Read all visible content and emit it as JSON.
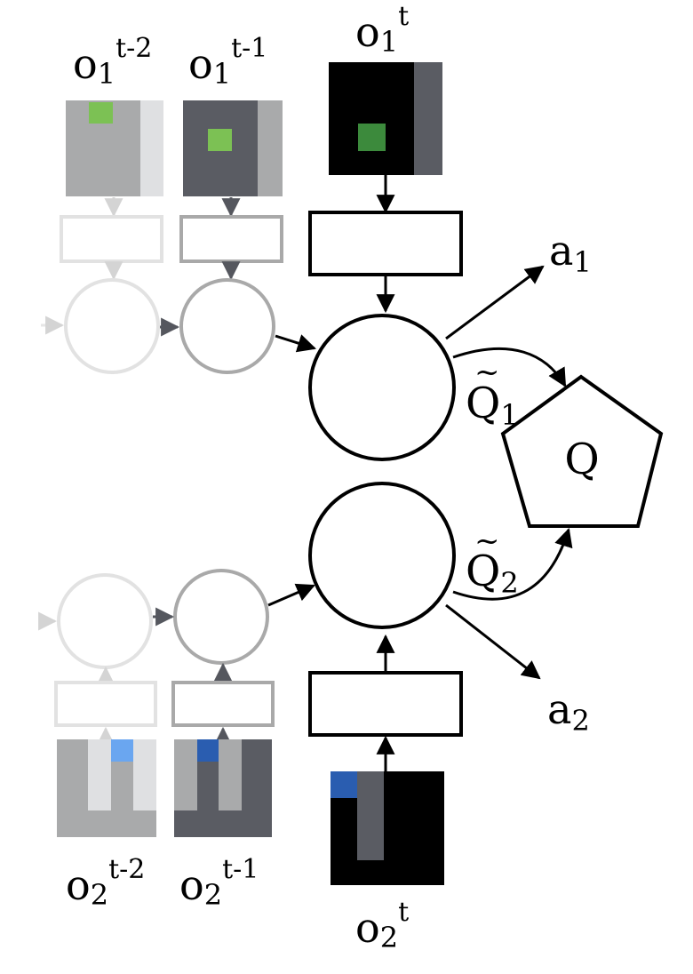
{
  "agent1": {
    "obs_t2": {
      "base": "o",
      "sub": "1",
      "sup": "t-2"
    },
    "obs_t1": {
      "base": "o",
      "sub": "1",
      "sup": "t-1"
    },
    "obs_t": {
      "base": "o",
      "sub": "1",
      "sup": "t"
    },
    "action": {
      "base": "a",
      "sub": "1"
    },
    "q": {
      "base": "Q",
      "tilde": "~",
      "sub": "1"
    }
  },
  "agent2": {
    "obs_t2": {
      "base": "o",
      "sub": "2",
      "sup": "t-2"
    },
    "obs_t1": {
      "base": "o",
      "sub": "2",
      "sup": "t-1"
    },
    "obs_t": {
      "base": "o",
      "sub": "2",
      "sup": "t"
    },
    "action": {
      "base": "a",
      "sub": "2"
    },
    "q": {
      "base": "Q",
      "tilde": "~",
      "sub": "2"
    }
  },
  "mixer": {
    "label": "Q"
  },
  "colors": {
    "agent1_marker": "#3c8a3c",
    "agent1_marker_faded": "#7cc154",
    "agent2_marker": "#2a5db0",
    "agent2_marker_faded": "#6aa6f0",
    "frame_bg": "#000000",
    "wall": "#5a5c63"
  }
}
